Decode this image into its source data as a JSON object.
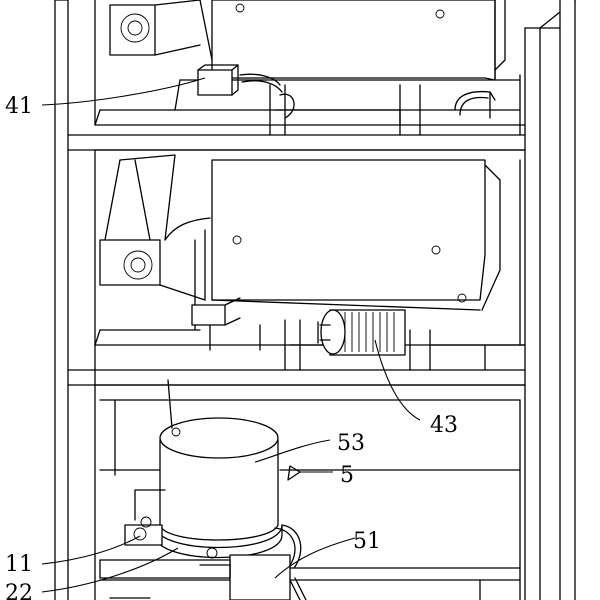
{
  "labels": {
    "l41": "41",
    "l43": "43",
    "l53": "53",
    "l5": "5",
    "l51": "51",
    "l11": "11",
    "l22": "22"
  }
}
